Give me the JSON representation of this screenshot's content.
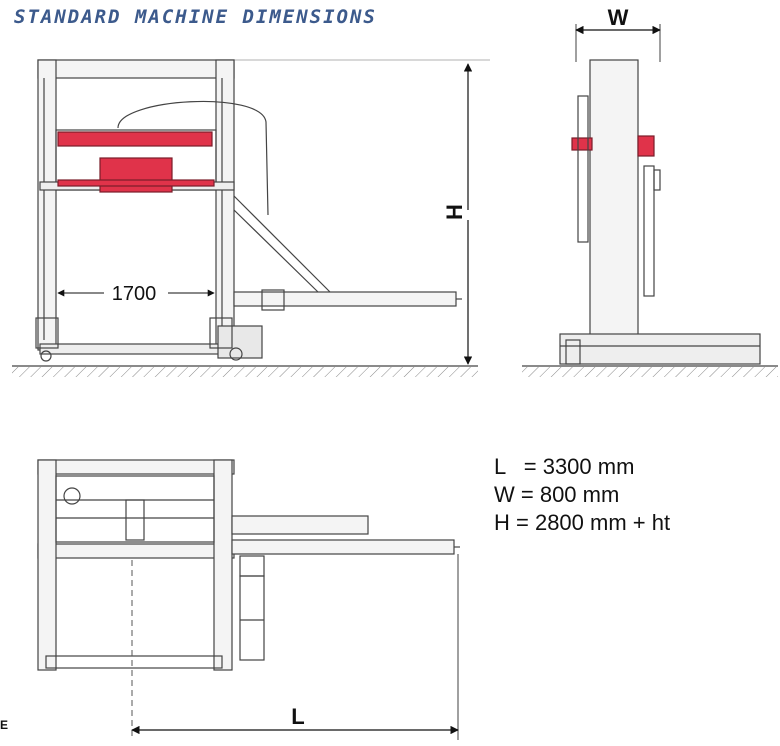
{
  "title": "STANDARD MACHINE DIMENSIONS",
  "labels": {
    "width_dim": "W",
    "height_dim": "H",
    "length_dim": "L",
    "span_dim": "1700"
  },
  "specs": {
    "length": "L   = 3300 mm",
    "width": "W = 800 mm",
    "height": "H = 2800 mm + ht"
  },
  "corner_mark": "E",
  "colors": {
    "accent_red": "#e0334a",
    "line": "#444444",
    "title": "#3c5a8c"
  }
}
